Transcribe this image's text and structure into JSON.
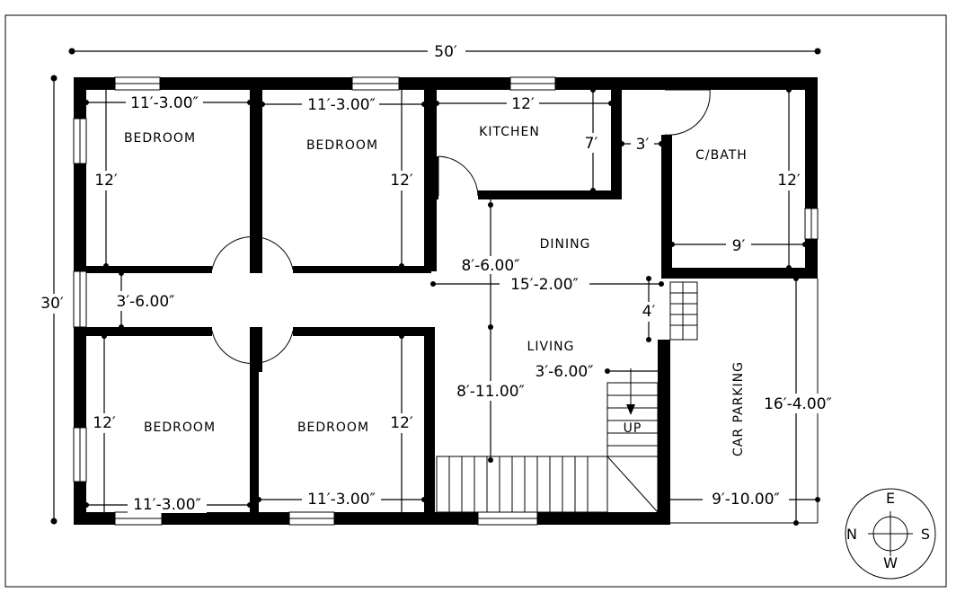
{
  "dimensions": {
    "overall_width": "50′",
    "overall_depth": "30′",
    "bedroom1_width": "11′-3.00″",
    "bedroom2_width": "11′-3.00″",
    "kitchen_width": "12′",
    "kitchen_depth": "7′",
    "passage_width": "3′",
    "bedroom1_depth": "12′",
    "bedroom2_depth": "12′",
    "bath_depth": "12′",
    "bath_width": "9′",
    "dining_depth": "8′-6.00″",
    "dining_width": "15′-2.00″",
    "corridor_width": "3′-6.00″",
    "stair_gap": "4′",
    "stair_width": "3′-6.00″",
    "living_depth": "8′-11.00″",
    "bedroom3_depth": "12′",
    "bedroom4_depth": "12′",
    "parking_depth": "16′-4.00″",
    "bedroom3_width": "11′-3.00″",
    "bedroom4_width": "11′-3.00″",
    "parking_width": "9′-10.00″"
  },
  "rooms": {
    "bedroom1": "BEDROOM",
    "bedroom2": "BEDROOM",
    "kitchen": "KITCHEN",
    "bath": "C/BATH",
    "dining": "DINING",
    "living": "LIVING",
    "bedroom3": "BEDROOM",
    "bedroom4": "BEDROOM",
    "parking": "CAR PARKING",
    "stair_up": "UP"
  },
  "compass": {
    "north": "N",
    "east": "E",
    "south": "S",
    "west": "W"
  }
}
